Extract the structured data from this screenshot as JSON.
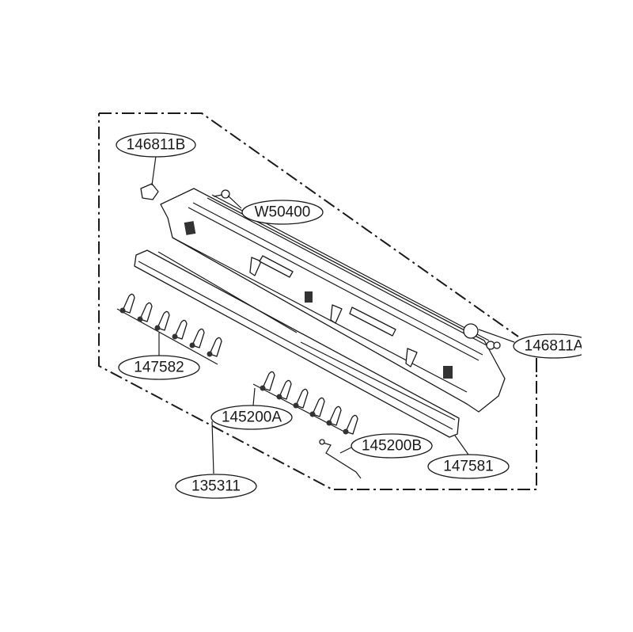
{
  "diagram": {
    "callouts": {
      "c146811b": "146811B",
      "w50400": "W50400",
      "c146811a": "146811A",
      "c147582": "147582",
      "c145200a": "145200A",
      "c145200b": "145200B",
      "c147581": "147581",
      "c135311": "135311"
    }
  }
}
